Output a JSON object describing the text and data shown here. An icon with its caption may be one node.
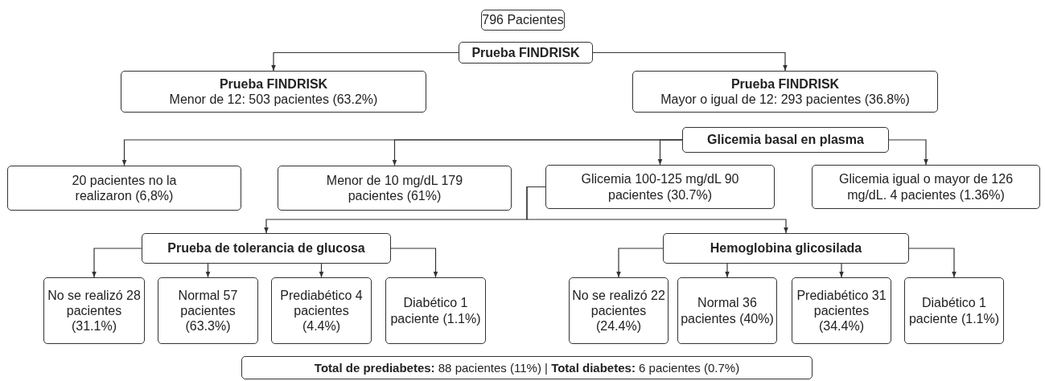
{
  "diagram": {
    "nodes": [
      {
        "text": [
          "796 Pacientes"
        ]
      },
      {
        "text": [
          "Prueba FINDRISK"
        ]
      },
      {
        "text": [
          "Prueba FINDRISK",
          "Menor de 12: 503 pacientes (63.2%)"
        ]
      },
      {
        "text": [
          "Prueba FINDRISK",
          "Mayor o igual de 12: 293 pacientes (36.8%)"
        ]
      },
      {
        "text": [
          "Glicemia basal en plasma"
        ]
      },
      {
        "text": [
          "20 pacientes no la realizaron (6,8%)"
        ]
      },
      {
        "text": [
          "Menor de 10 mg/dL 179 pacientes (61%)"
        ]
      },
      {
        "text": [
          "Glicemia 100-125 mg/dL 90 pacientes (30.7%)"
        ]
      },
      {
        "text": [
          "Glicemia igual o mayor de 126 mg/dL. 4 pacientes (1.36%)"
        ]
      },
      {
        "text": [
          "Prueba de tolerancia de glucosa"
        ]
      },
      {
        "text": [
          "Hemoglobina glicosilada"
        ]
      },
      {
        "text": [
          "No se realizó 28 pacientes (31.1%)"
        ]
      },
      {
        "text": [
          "Normal 57 pacientes (63.3%)"
        ]
      },
      {
        "text": [
          "Prediabético 4 pacientes (4.4%)"
        ]
      },
      {
        "text": [
          "Diabético 1 paciente (1.1%)"
        ]
      },
      {
        "text": [
          "No se realizó 22 pacientes (24.4%)"
        ]
      },
      {
        "text": [
          "Normal 36 pacientes (40%)"
        ]
      },
      {
        "text": [
          "Prediabético 31 pacientes (34.4%)"
        ]
      },
      {
        "text": [
          "Diabético 1 paciente (1.1%)"
        ]
      },
      {
        "text": [
          "**Total de prediabetes:** 88 pacientes (11%)  |  **Total diabetes:** 6 pacientes (0.7%)"
        ]
      }
    ],
    "edges": [
      {
        "from": 1,
        "to": 2,
        "arrow": "to"
      },
      {
        "from": 1,
        "to": 3,
        "arrow": "to"
      },
      {
        "from": 4,
        "to": 5,
        "arrow": "to"
      },
      {
        "from": 4,
        "to": 6,
        "arrow": "to"
      },
      {
        "from": 4,
        "to": 7,
        "arrow": "to"
      },
      {
        "from": 4,
        "to": 8,
        "arrow": "to"
      },
      {
        "from": 7,
        "to": 9,
        "arrow": "to"
      },
      {
        "from": 7,
        "to": 10,
        "arrow": "to"
      },
      {
        "from": 9,
        "to": 11,
        "arrow": "to"
      },
      {
        "from": 9,
        "to": 12,
        "arrow": "to"
      },
      {
        "from": 9,
        "to": 13,
        "arrow": "to"
      },
      {
        "from": 9,
        "to": 14,
        "arrow": "to"
      },
      {
        "from": 10,
        "to": 15,
        "arrow": "to"
      },
      {
        "from": 10,
        "to": 16,
        "arrow": "to"
      },
      {
        "from": 10,
        "to": 17,
        "arrow": "to"
      },
      {
        "from": 10,
        "to": 18,
        "arrow": "to"
      }
    ]
  }
}
